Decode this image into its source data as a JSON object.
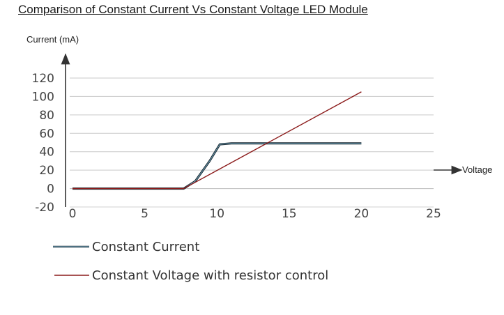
{
  "title": "Comparison of Constant Current Vs Constant Voltage LED Module",
  "chart_data": {
    "type": "line",
    "title": "Comparison of Constant Current Vs Constant Voltage LED Module",
    "ylabel": "Current (mA)",
    "xlabel": "Voltage",
    "xlim": [
      0,
      25
    ],
    "ylim": [
      -20,
      120
    ],
    "xticks": [
      "0",
      "5",
      "10",
      "15",
      "20",
      "25"
    ],
    "yticks": [
      "120",
      "100",
      "80",
      "60",
      "40",
      "20",
      "0",
      "-20"
    ],
    "xtick_values": [
      0,
      5,
      10,
      15,
      20,
      25
    ],
    "ytick_values": [
      120,
      100,
      80,
      60,
      40,
      20,
      0,
      -20
    ],
    "grid": true,
    "legend_position": "bottom",
    "series": [
      {
        "name": "Constant Current",
        "color": "#1c2a33",
        "x": [
          0,
          7.7,
          8.5,
          9.5,
          10.2,
          11,
          20
        ],
        "y": [
          0,
          0,
          8,
          30,
          48,
          49,
          49
        ]
      },
      {
        "name": "Constant Voltage with resistor control",
        "color": "#8b1a1a",
        "x": [
          0,
          7.7,
          20
        ],
        "y": [
          0,
          0,
          105
        ]
      }
    ]
  }
}
